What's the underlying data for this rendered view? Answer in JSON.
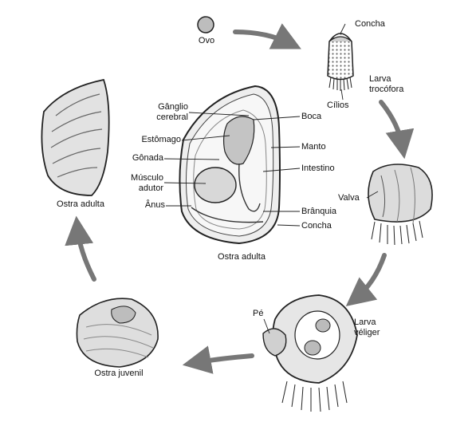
{
  "colors": {
    "ink": "#222222",
    "arrow": "#777777",
    "paper": "#ffffff",
    "shell": "#d8d8d8"
  },
  "labels": {
    "ovo": "Ovo",
    "concha_top": "Concha",
    "cilios": "Cílios",
    "larva_trocofora_1": "Larva",
    "larva_trocofora_2": "trocófora",
    "valva": "Valva",
    "larva_veliger_1": "Larva",
    "larva_veliger_2": "véliger",
    "pe": "Pé",
    "ostra_juvenil": "Ostra juvenil",
    "ostra_adulta_left": "Ostra adulta",
    "ostra_adulta_center": "Ostra adulta",
    "ganglio_1": "Gânglio",
    "ganglio_2": "cerebral",
    "estomago": "Estômago",
    "gonada": "Gônada",
    "musculo_1": "Músculo",
    "musculo_2": "adutor",
    "anus": "Ânus",
    "boca": "Boca",
    "manto": "Manto",
    "intestino": "Intestino",
    "branquia": "Brânquia",
    "concha_center": "Concha"
  }
}
